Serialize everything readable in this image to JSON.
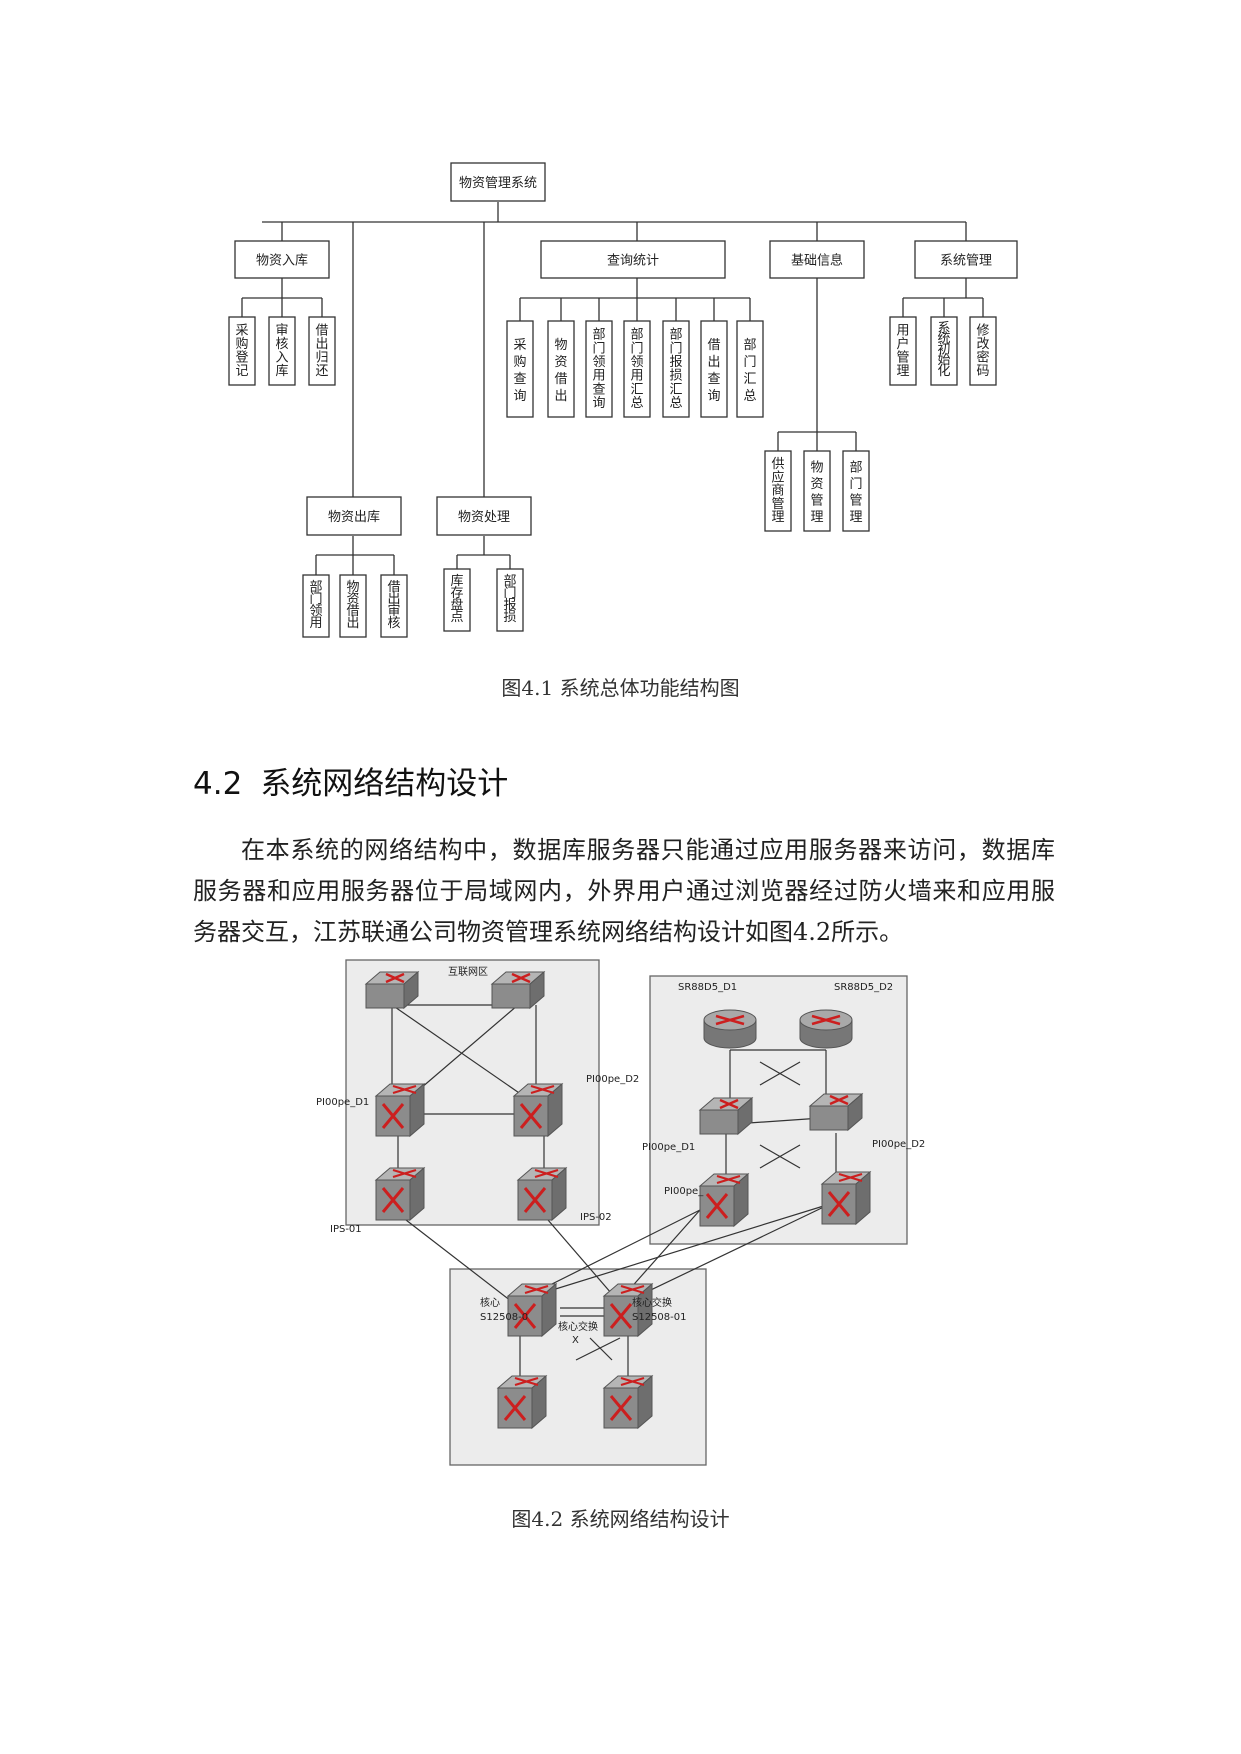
{
  "org_chart": {
    "root": "物资管理系统",
    "modules": [
      {
        "name": "物资入库",
        "children": [
          "采购登记",
          "审核入库",
          "借出归还"
        ]
      },
      {
        "name": "物资出库",
        "children": [
          "部门领用",
          "物资借出",
          "借出审核"
        ]
      },
      {
        "name": "物资处理",
        "children": [
          "库存盘点",
          "部门报损"
        ]
      },
      {
        "name": "查询统计",
        "children": [
          "采购查询",
          "物资借出",
          "部门领用查询",
          "部门领用汇总",
          "部门报损汇总",
          "借出查询",
          "部门汇总"
        ]
      },
      {
        "name": "基础信息",
        "children": [
          "供应商管理",
          "物资管理",
          "部门管理"
        ]
      },
      {
        "name": "系统管理",
        "children": [
          "用户管理",
          "系统初始化",
          "修改密码"
        ]
      }
    ]
  },
  "caption1": "图4.1 系统总体功能结构图",
  "section": {
    "number": "4.2",
    "title": "系统网络结构设计"
  },
  "paragraph": "在本系统的网络结构中，数据库服务器只能通过应用服务器来访问，数据库服务器和应用服务器位于局域网内，外界用户通过浏览器经过防火墙来和应用服务器交互，江苏联通公司物资管理系统网络结构设计如图4.2所示。",
  "network": {
    "zone_left_title": "互联网区",
    "labels": {
      "pi_d1_left": "PI00pe_D1",
      "pi_d2_left": "PI00pe_D2",
      "ips01": "IPS-01",
      "ips02": "IPS-02",
      "sr_d1": "SR88D5_D1",
      "sr_d2": "SR88D5_D2",
      "pi_d1_right": "PI00pe_D1",
      "pi_d2_right": "PI00pe_D2",
      "pi_mid": "PI00pe_",
      "core_left_a": "核心",
      "core_left_b": "S12508-0",
      "core_right_a": "核心交换",
      "core_right_b": "S12508-01",
      "core_mid_a": "核心交换",
      "core_mid_b": "X"
    }
  },
  "caption2": "图4.2 系统网络结构设计",
  "colors": {
    "line": "#333333",
    "zone_bg": "#ececec",
    "switch_body": "#8c8c8c",
    "arrow": "#cc1f1f"
  }
}
